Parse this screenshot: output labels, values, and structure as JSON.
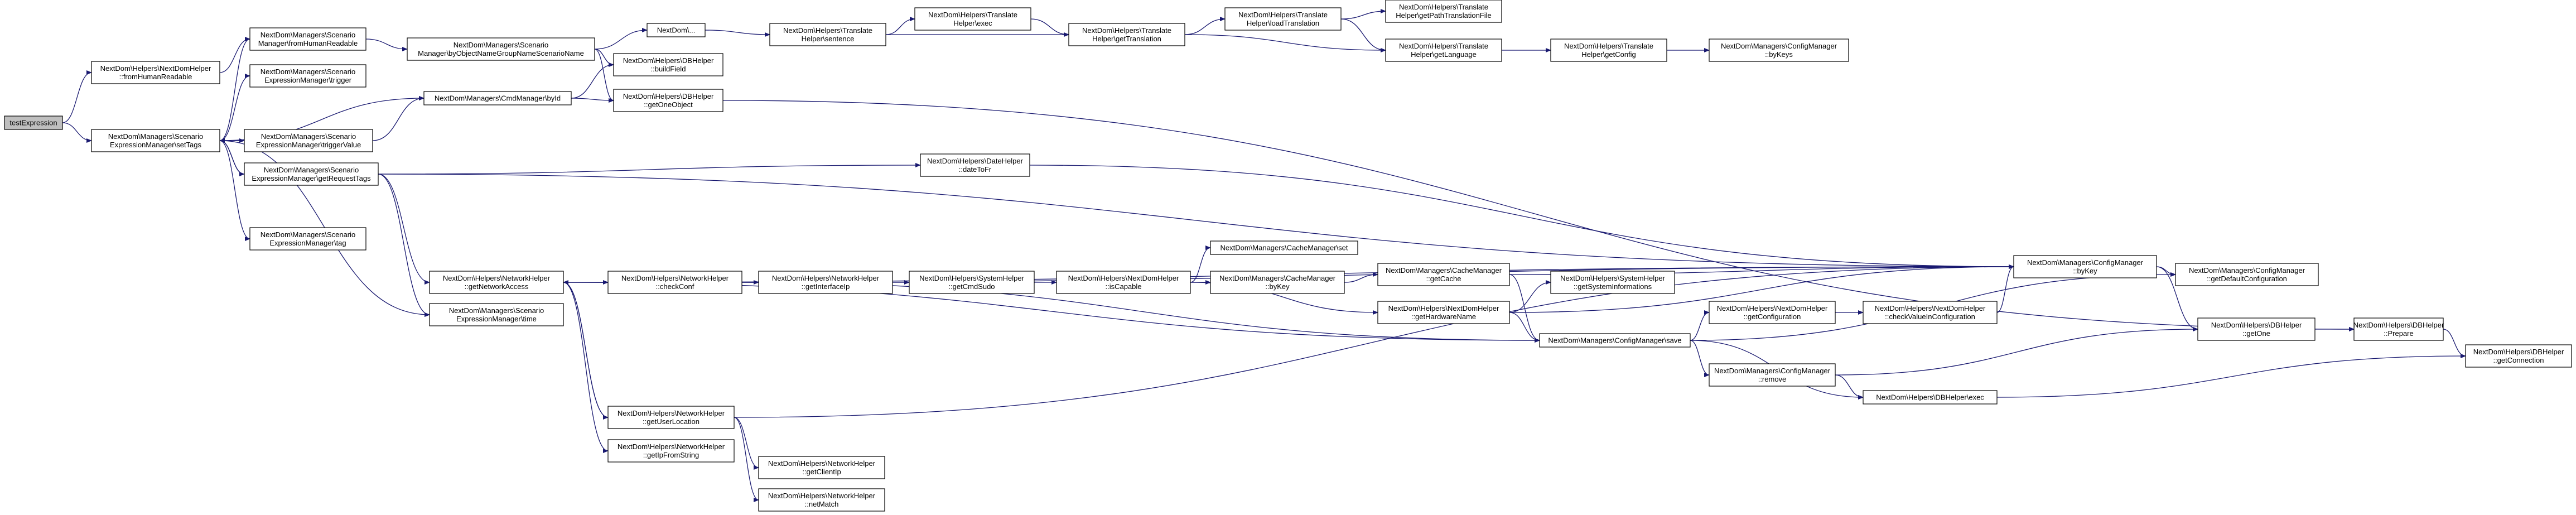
{
  "graph": {
    "edge_color": "#191970",
    "root_fill": "#bfbfbf",
    "nodes": [
      {
        "id": "testExpression",
        "lines": [
          "testExpression"
        ],
        "root": true
      },
      {
        "id": "fromHumanReadable_helper",
        "lines": [
          "NextDom\\Helpers\\NextDomHelper",
          "::fromHumanReadable"
        ]
      },
      {
        "id": "setTags",
        "lines": [
          "NextDom\\Managers\\Scenario",
          "ExpressionManager\\setTags"
        ]
      },
      {
        "id": "scenario_fromHumanReadable",
        "lines": [
          "NextDom\\Managers\\Scenario",
          "Manager\\fromHumanReadable"
        ]
      },
      {
        "id": "byObjectNameGroupNameScenarioName",
        "lines": [
          "NextDom\\Managers\\Scenario",
          "Manager\\byObjectNameGroupNameScenarioName"
        ]
      },
      {
        "id": "nextdom_ellipsis",
        "lines": [
          "NextDom\\..."
        ]
      },
      {
        "id": "translate_exec",
        "lines": [
          "NextDom\\Helpers\\Translate",
          "Helper\\exec"
        ]
      },
      {
        "id": "translate_sentence",
        "lines": [
          "NextDom\\Helpers\\Translate",
          "Helper\\sentence"
        ]
      },
      {
        "id": "getTranslation",
        "lines": [
          "NextDom\\Helpers\\Translate",
          "Helper\\getTranslation"
        ]
      },
      {
        "id": "loadTranslation",
        "lines": [
          "NextDom\\Helpers\\Translate",
          "Helper\\loadTranslation"
        ]
      },
      {
        "id": "getPathTranslationFile",
        "lines": [
          "NextDom\\Helpers\\Translate",
          "Helper\\getPathTranslationFile"
        ]
      },
      {
        "id": "getLanguage",
        "lines": [
          "NextDom\\Helpers\\Translate",
          "Helper\\getLanguage"
        ]
      },
      {
        "id": "translate_getConfig",
        "lines": [
          "NextDom\\Helpers\\Translate",
          "Helper\\getConfig"
        ]
      },
      {
        "id": "config_byKeys",
        "lines": [
          "NextDom\\Managers\\ConfigManager",
          "::byKeys"
        ]
      },
      {
        "id": "buildField",
        "lines": [
          "NextDom\\Helpers\\DBHelper",
          "::buildField"
        ]
      },
      {
        "id": "getOneObject",
        "lines": [
          "NextDom\\Helpers\\DBHelper",
          "::getOneObject"
        ]
      },
      {
        "id": "getTrigger",
        "lines": [
          "NextDom\\Managers\\Scenario",
          "ExpressionManager\\trigger"
        ]
      },
      {
        "id": "cmd_byId",
        "lines": [
          "NextDom\\Managers\\CmdManager\\byId"
        ]
      },
      {
        "id": "triggerValue",
        "lines": [
          "NextDom\\Managers\\Scenario",
          "ExpressionManager\\triggerValue"
        ]
      },
      {
        "id": "getRequestTags",
        "lines": [
          "NextDom\\Managers\\Scenario",
          "ExpressionManager\\getRequestTags"
        ]
      },
      {
        "id": "dateToFr",
        "lines": [
          "NextDom\\Helpers\\DateHelper",
          "::dateToFr"
        ]
      },
      {
        "id": "config_byKey",
        "lines": [
          "NextDom\\Managers\\ConfigManager",
          "::byKey"
        ]
      },
      {
        "id": "getDefaultConfiguration",
        "lines": [
          "NextDom\\Managers\\ConfigManager",
          "::getDefaultConfiguration"
        ]
      },
      {
        "id": "getNetworkAccess",
        "lines": [
          "NextDom\\Helpers\\NetworkHelper",
          "::getNetworkAccess"
        ]
      },
      {
        "id": "checkConf",
        "lines": [
          "NextDom\\Helpers\\NetworkHelper",
          "::checkConf"
        ]
      },
      {
        "id": "getInterfaceIp",
        "lines": [
          "NextDom\\Helpers\\NetworkHelper",
          "::getInterfaceIp"
        ]
      },
      {
        "id": "getCmdSudo",
        "lines": [
          "NextDom\\Helpers\\SystemHelper",
          "::getCmdSudo"
        ]
      },
      {
        "id": "isCapable",
        "lines": [
          "NextDom\\Helpers\\NextDomHelper",
          "::isCapable"
        ]
      },
      {
        "id": "cache_set",
        "lines": [
          "NextDom\\Managers\\CacheManager\\set"
        ]
      },
      {
        "id": "cache_byKey",
        "lines": [
          "NextDom\\Managers\\CacheManager",
          "::byKey"
        ]
      },
      {
        "id": "cache_getCache",
        "lines": [
          "NextDom\\Managers\\CacheManager",
          "::getCache"
        ]
      },
      {
        "id": "getSystemInformations",
        "lines": [
          "NextDom\\Helpers\\SystemHelper",
          "::getSystemInformations"
        ]
      },
      {
        "id": "getHardwareName",
        "lines": [
          "NextDom\\Helpers\\NextDomHelper",
          "::getHardwareName"
        ]
      },
      {
        "id": "getConfiguration",
        "lines": [
          "NextDom\\Helpers\\NextDomHelper",
          "::getConfiguration"
        ]
      },
      {
        "id": "checkValueInConfiguration",
        "lines": [
          "NextDom\\Helpers\\NextDomHelper",
          "::checkValueInConfiguration"
        ]
      },
      {
        "id": "config_save",
        "lines": [
          "NextDom\\Managers\\ConfigManager\\save"
        ]
      },
      {
        "id": "config_remove",
        "lines": [
          "NextDom\\Managers\\ConfigManager",
          "::remove"
        ]
      },
      {
        "id": "db_exec",
        "lines": [
          "NextDom\\Helpers\\DBHelper\\exec"
        ]
      },
      {
        "id": "db_getOne",
        "lines": [
          "NextDom\\Helpers\\DBHelper",
          "::getOne"
        ]
      },
      {
        "id": "db_prepare",
        "lines": [
          "NextDom\\Helpers\\DBHelper",
          "::Prepare"
        ]
      },
      {
        "id": "db_getConnection",
        "lines": [
          "NextDom\\Helpers\\DBHelper",
          "::getConnection"
        ]
      },
      {
        "id": "scenario_tag",
        "lines": [
          "NextDom\\Managers\\Scenario",
          "ExpressionManager\\tag"
        ]
      },
      {
        "id": "scenario_time",
        "lines": [
          "NextDom\\Managers\\Scenario",
          "ExpressionManager\\time"
        ]
      },
      {
        "id": "getUserLocation",
        "lines": [
          "NextDom\\Helpers\\NetworkHelper",
          "::getUserLocation"
        ]
      },
      {
        "id": "getIpFromString",
        "lines": [
          "NextDom\\Helpers\\NetworkHelper",
          "::getIpFromString"
        ]
      },
      {
        "id": "getClientIp",
        "lines": [
          "NextDom\\Helpers\\NetworkHelper",
          "::getClientIp"
        ]
      },
      {
        "id": "netMatch",
        "lines": [
          "NextDom\\Helpers\\NetworkHelper",
          "::netMatch"
        ]
      }
    ]
  }
}
